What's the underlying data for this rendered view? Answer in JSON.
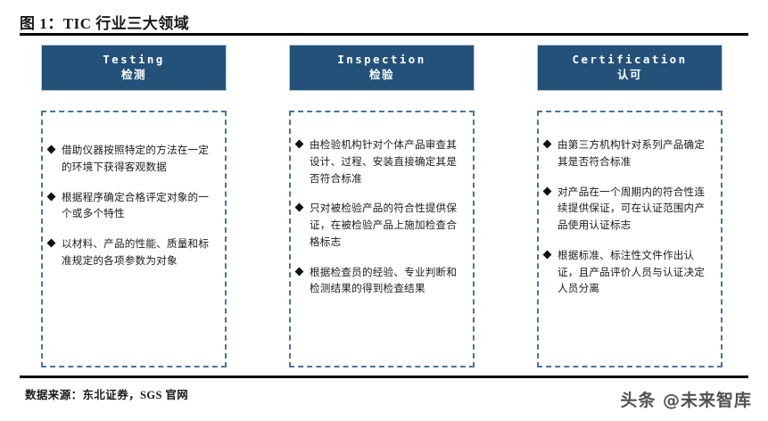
{
  "figure": {
    "title": "图 1：TIC 行业三大领域"
  },
  "columns": [
    {
      "head_en": "Testing",
      "head_cn": "检测",
      "bullets": [
        "借助仪器按照特定的方法在一定的环境下获得客观数据",
        "根据程序确定合格评定对象的一个或多个特性",
        "以材料、产品的性能、质量和标准规定的各项参数为对象"
      ]
    },
    {
      "head_en": "Inspection",
      "head_cn": "检验",
      "bullets": [
        "由检验机构针对个体产品审查其设计、过程、安装直接确定其是否符合标准",
        "只对被检验产品的符合性提供保证，在被检验产品上施加检查合格标志",
        "根据检查员的经验、专业判断和检测结果的得到检查结果"
      ]
    },
    {
      "head_en": "Certification",
      "head_cn": "认可",
      "bullets": [
        "由第三方机构针对系列产品确定其是否符合标准",
        "对产品在一个周期内的符合性连续提供保证，可在认证范围内产品使用认证标志",
        "根据标准、标注性文件作出认证，且产品评价人员与认证决定人员分离"
      ]
    }
  ],
  "footer": {
    "source": "数据来源：东北证券，SGS 官网",
    "watermark": "头条 @未来智库"
  },
  "colors": {
    "header_box": "#245179",
    "dashed_border": "#4a72a0",
    "rule": "#000000",
    "bullet_marker": "#111111"
  }
}
